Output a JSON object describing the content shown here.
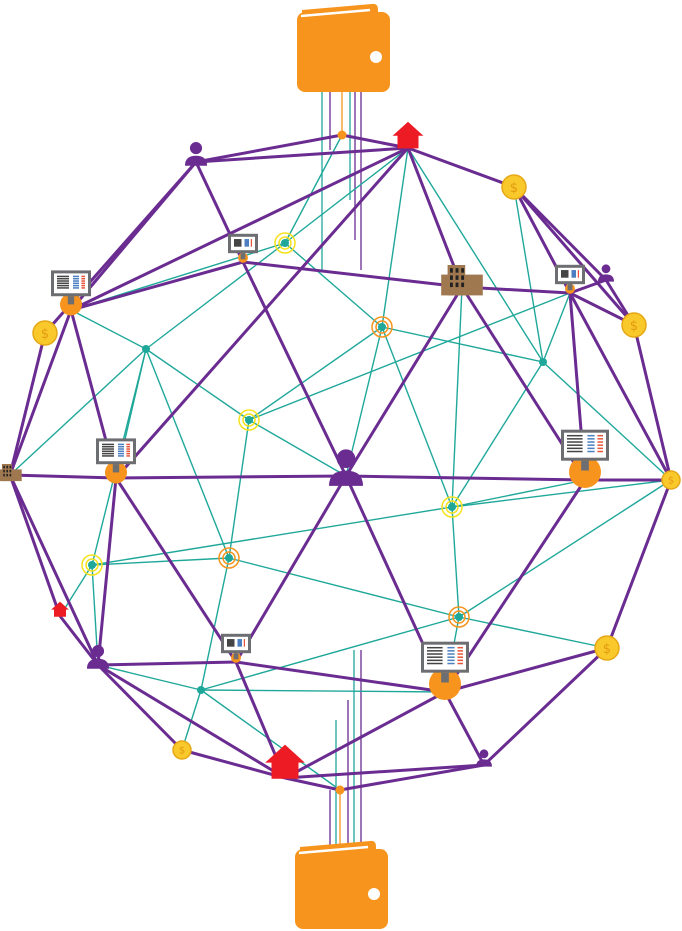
{
  "colors": {
    "purple": "#6a2c91",
    "teal": "#1fa89a",
    "orange": "#f7941d",
    "red": "#ed1c24",
    "coin": "#f9c82a",
    "coin_edge": "#e6a817",
    "building": "#a07850",
    "monitor": "#6d6e71"
  },
  "coin_symbol": "$",
  "nodes": [
    {
      "id": "wallet_top",
      "type": "wallet"
    },
    {
      "id": "A",
      "type": "house"
    },
    {
      "id": "B",
      "type": "person"
    },
    {
      "id": "C",
      "type": "coin"
    },
    {
      "id": "D",
      "type": "monitor-small"
    },
    {
      "id": "E",
      "type": "monitor"
    },
    {
      "id": "F",
      "type": "building"
    },
    {
      "id": "G",
      "type": "monitor-small"
    },
    {
      "id": "H",
      "type": "person-small"
    },
    {
      "id": "I",
      "type": "coin"
    },
    {
      "id": "J",
      "type": "coin"
    },
    {
      "id": "K",
      "type": "monitor"
    },
    {
      "id": "L",
      "type": "person-large"
    },
    {
      "id": "M",
      "type": "monitor-large"
    },
    {
      "id": "N",
      "type": "building-small"
    },
    {
      "id": "O",
      "type": "coin-small"
    },
    {
      "id": "Q",
      "type": "house-small"
    },
    {
      "id": "R",
      "type": "person"
    },
    {
      "id": "S",
      "type": "monitor-small"
    },
    {
      "id": "T",
      "type": "monitor-large"
    },
    {
      "id": "U",
      "type": "coin"
    },
    {
      "id": "V",
      "type": "coin-small"
    },
    {
      "id": "W",
      "type": "house-large"
    },
    {
      "id": "X",
      "type": "person-small"
    },
    {
      "id": "wallet_bottom",
      "type": "wallet"
    }
  ],
  "hubs": [
    {
      "id": "ht",
      "type": "dot-orange"
    },
    {
      "id": "hb",
      "type": "dot-orange"
    },
    {
      "id": "t1",
      "type": "target-yellow"
    },
    {
      "id": "t2",
      "type": "dot"
    },
    {
      "id": "t3",
      "type": "target-orange"
    },
    {
      "id": "t4",
      "type": "target-yellow"
    },
    {
      "id": "t5",
      "type": "dot"
    },
    {
      "id": "t6",
      "type": "target-yellow"
    },
    {
      "id": "t7",
      "type": "target-orange"
    },
    {
      "id": "t8",
      "type": "target-yellow"
    },
    {
      "id": "t9",
      "type": "target-orange"
    },
    {
      "id": "t10",
      "type": "dot"
    }
  ],
  "purple_links": [
    [
      "B",
      "A"
    ],
    [
      "B",
      "E"
    ],
    [
      "B",
      "I"
    ],
    [
      "B",
      "D"
    ],
    [
      "A",
      "E"
    ],
    [
      "A",
      "C"
    ],
    [
      "A",
      "F"
    ],
    [
      "A",
      "K"
    ],
    [
      "D",
      "L"
    ],
    [
      "D",
      "F"
    ],
    [
      "F",
      "G"
    ],
    [
      "E",
      "D"
    ],
    [
      "E",
      "N"
    ],
    [
      "E",
      "K"
    ],
    [
      "I",
      "N"
    ],
    [
      "N",
      "K"
    ],
    [
      "K",
      "L"
    ],
    [
      "L",
      "M"
    ],
    [
      "M",
      "O"
    ],
    [
      "N",
      "R"
    ],
    [
      "N",
      "Q"
    ],
    [
      "Q",
      "R"
    ],
    [
      "R",
      "S"
    ],
    [
      "S",
      "T"
    ],
    [
      "T",
      "U"
    ],
    [
      "R",
      "W"
    ],
    [
      "R",
      "V"
    ],
    [
      "V",
      "W"
    ],
    [
      "W",
      "X"
    ],
    [
      "X",
      "U"
    ],
    [
      "W",
      "T"
    ],
    [
      "W",
      "S"
    ],
    [
      "L",
      "S"
    ],
    [
      "L",
      "F"
    ],
    [
      "L",
      "T"
    ],
    [
      "F",
      "M"
    ],
    [
      "G",
      "J"
    ],
    [
      "G",
      "M"
    ],
    [
      "G",
      "O"
    ],
    [
      "C",
      "J"
    ],
    [
      "C",
      "G"
    ],
    [
      "H",
      "J"
    ],
    [
      "J",
      "O"
    ],
    [
      "O",
      "U"
    ],
    [
      "M",
      "T"
    ],
    [
      "T",
      "X"
    ],
    [
      "K",
      "S"
    ],
    [
      "K",
      "R"
    ],
    [
      "C",
      "H"
    ],
    [
      "G",
      "H"
    ],
    [
      "ht",
      "A"
    ],
    [
      "ht",
      "B"
    ],
    [
      "hb",
      "W"
    ],
    [
      "hb",
      "X"
    ]
  ],
  "teal_links": [
    [
      "ht",
      "t1"
    ],
    [
      "t1",
      "t2"
    ],
    [
      "t2",
      "N"
    ],
    [
      "A",
      "t1"
    ],
    [
      "t1",
      "E"
    ],
    [
      "t1",
      "t3"
    ],
    [
      "t3",
      "L"
    ],
    [
      "A",
      "t3"
    ],
    [
      "t3",
      "t4"
    ],
    [
      "t4",
      "t7"
    ],
    [
      "t7",
      "t10"
    ],
    [
      "t10",
      "V"
    ],
    [
      "E",
      "t2"
    ],
    [
      "t2",
      "t4"
    ],
    [
      "t4",
      "L"
    ],
    [
      "t4",
      "G"
    ],
    [
      "t2",
      "K"
    ],
    [
      "t2",
      "t7"
    ],
    [
      "C",
      "t5"
    ],
    [
      "t5",
      "O"
    ],
    [
      "t5",
      "t6"
    ],
    [
      "t6",
      "t9"
    ],
    [
      "t9",
      "T"
    ],
    [
      "A",
      "t5"
    ],
    [
      "F",
      "t6"
    ],
    [
      "t3",
      "t6"
    ],
    [
      "t6",
      "O"
    ],
    [
      "t6",
      "t8"
    ],
    [
      "t8",
      "Q"
    ],
    [
      "t8",
      "R"
    ],
    [
      "t8",
      "t2"
    ],
    [
      "t7",
      "t9"
    ],
    [
      "t9",
      "U"
    ],
    [
      "t7",
      "t8"
    ],
    [
      "t10",
      "R"
    ],
    [
      "t10",
      "t9"
    ],
    [
      "t10",
      "T"
    ],
    [
      "t6",
      "M"
    ],
    [
      "t3",
      "t5"
    ],
    [
      "t5",
      "G"
    ],
    [
      "t9",
      "O"
    ],
    [
      "hb",
      "t10"
    ]
  ]
}
